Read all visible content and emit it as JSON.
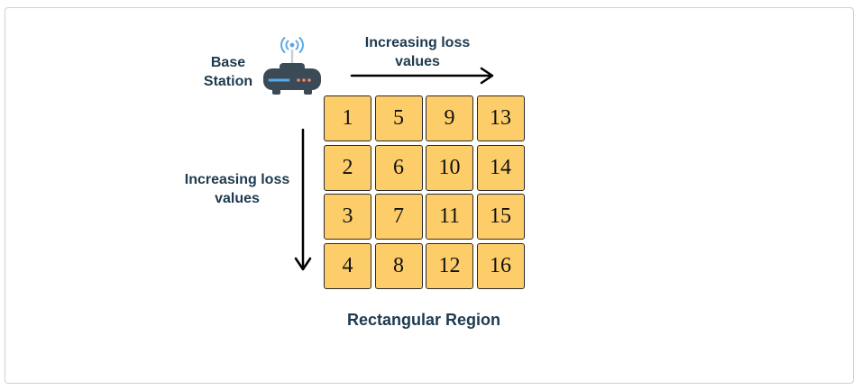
{
  "base_station": {
    "label": "Base\nStation",
    "icon": "router-icon"
  },
  "arrows": {
    "horizontal_label": "Increasing loss\nvalues",
    "vertical_label": "Increasing loss\nvalues"
  },
  "region": {
    "title": "Rectangular Region",
    "cell_color": "#fdcd6a",
    "rows": [
      [
        "1",
        "5",
        "9",
        "13"
      ],
      [
        "2",
        "6",
        "10",
        "14"
      ],
      [
        "3",
        "7",
        "11",
        "15"
      ],
      [
        "4",
        "8",
        "12",
        "16"
      ]
    ]
  },
  "colors": {
    "label_text": "#1d3a4f",
    "router_body": "#3b4a57",
    "router_stripe": "#5aa9e6",
    "signal_waves": "#5aa9e6"
  }
}
